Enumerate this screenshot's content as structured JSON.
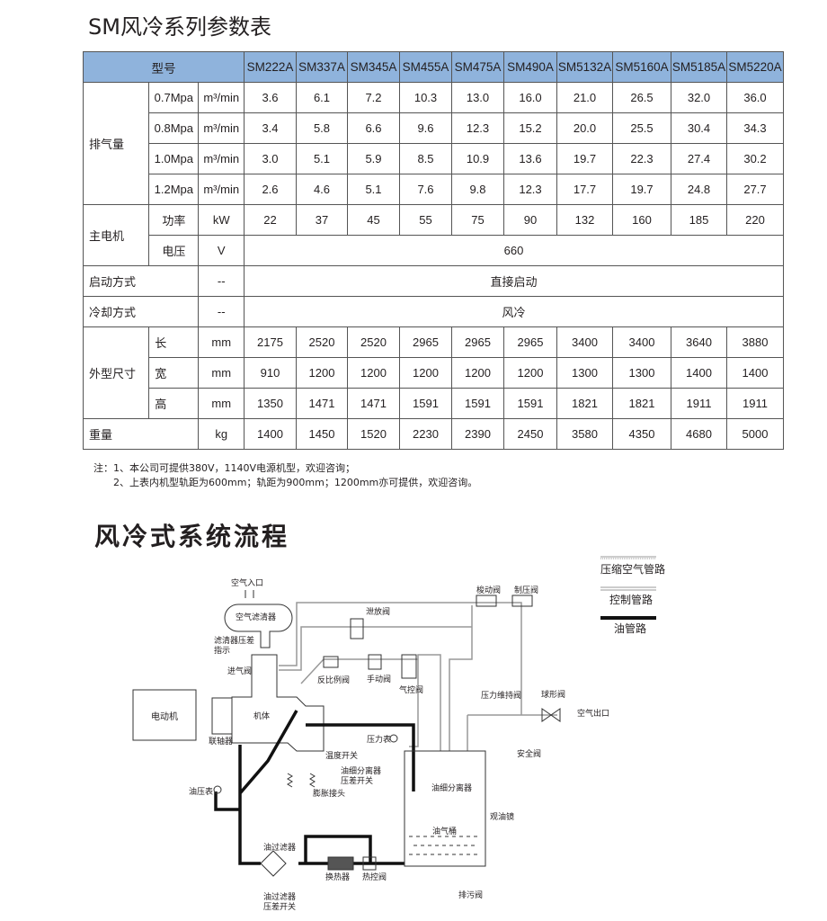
{
  "table_title": "SM风冷系列参数表",
  "header": {
    "label": "型号",
    "models": [
      "SM222A",
      "SM337A",
      "SM345A",
      "SM455A",
      "SM475A",
      "SM490A",
      "SM5132A",
      "SM5160A",
      "SM5185A",
      "SM5220A"
    ]
  },
  "displacement": {
    "label": "排气量",
    "unit": "m³/min",
    "rows": [
      {
        "p": "0.7Mpa",
        "v": [
          "3.6",
          "6.1",
          "7.2",
          "10.3",
          "13.0",
          "16.0",
          "21.0",
          "26.5",
          "32.0",
          "36.0"
        ]
      },
      {
        "p": "0.8Mpa",
        "v": [
          "3.4",
          "5.8",
          "6.6",
          "9.6",
          "12.3",
          "15.2",
          "20.0",
          "25.5",
          "30.4",
          "34.3"
        ]
      },
      {
        "p": "1.0Mpa",
        "v": [
          "3.0",
          "5.1",
          "5.9",
          "8.5",
          "10.9",
          "13.6",
          "19.7",
          "22.3",
          "27.4",
          "30.2"
        ]
      },
      {
        "p": "1.2Mpa",
        "v": [
          "2.6",
          "4.6",
          "5.1",
          "7.6",
          "9.8",
          "12.3",
          "17.7",
          "19.7",
          "24.8",
          "27.7"
        ]
      }
    ]
  },
  "motor": {
    "label": "主电机",
    "power_label": "功率",
    "power_unit": "kW",
    "power": [
      "22",
      "37",
      "45",
      "55",
      "75",
      "90",
      "132",
      "160",
      "185",
      "220"
    ],
    "voltage_label": "电压",
    "voltage_unit": "V",
    "voltage": "660"
  },
  "start": {
    "label": "启动方式",
    "unit": "--",
    "value": "直接启动"
  },
  "cooling": {
    "label": "冷却方式",
    "unit": "--",
    "value": "风冷"
  },
  "dims": {
    "label": "外型尺寸",
    "unit": "mm",
    "rows": [
      {
        "k": "长",
        "v": [
          "2175",
          "2520",
          "2520",
          "2965",
          "2965",
          "2965",
          "3400",
          "3400",
          "3640",
          "3880"
        ]
      },
      {
        "k": "宽",
        "v": [
          "910",
          "1200",
          "1200",
          "1200",
          "1200",
          "1200",
          "1300",
          "1300",
          "1400",
          "1400"
        ]
      },
      {
        "k": "高",
        "v": [
          "1350",
          "1471",
          "1471",
          "1591",
          "1591",
          "1591",
          "1821",
          "1821",
          "1911",
          "1911"
        ]
      }
    ]
  },
  "weight": {
    "label": "重量",
    "unit": "kg",
    "v": [
      "1400",
      "1450",
      "1520",
      "2230",
      "2390",
      "2450",
      "3580",
      "4350",
      "4680",
      "5000"
    ]
  },
  "notes": [
    "注：1、本公司可提供380V，1140V电源机型，欢迎咨询；",
    "　　2、上表内机型轨距为600mm；轨距为900mm；1200mm亦可提供，欢迎咨询。"
  ],
  "diagram_title": "风冷式系统流程",
  "legend": [
    "压缩空气管路",
    "控制管路",
    "油管路"
  ],
  "labels": {
    "air_in": "空气入口",
    "air_filter": "空气滤清器",
    "filter_dp1": "滤清器压差",
    "filter_dp2": "指示",
    "intake": "进气阀",
    "vent": "泄放阀",
    "ratio": "反比例阀",
    "manual": "手动阀",
    "pilot": "气控阀",
    "shuttle": "梭动阀",
    "regulator": "制压阀",
    "motor": "电动机",
    "airend": "机体",
    "coupling": "联轴器",
    "gauge": "压力表",
    "temp": "温度开关",
    "sep_dp1": "油细分离器",
    "sep_dp2": "压差开关",
    "separator": "油细分离器",
    "expansion": "膨胀接头",
    "oil_gauge": "油压表",
    "sight": "观油镜",
    "tank": "油气桶",
    "oil_filter": "油过滤器",
    "hx": "换热器",
    "thermo": "热控阀",
    "of_dp1": "油过滤器",
    "of_dp2": "压差开关",
    "drain": "排污阀",
    "min_press": "压力维持阀",
    "ball": "球形阀",
    "air_out": "空气出口",
    "safety": "安全阀"
  }
}
